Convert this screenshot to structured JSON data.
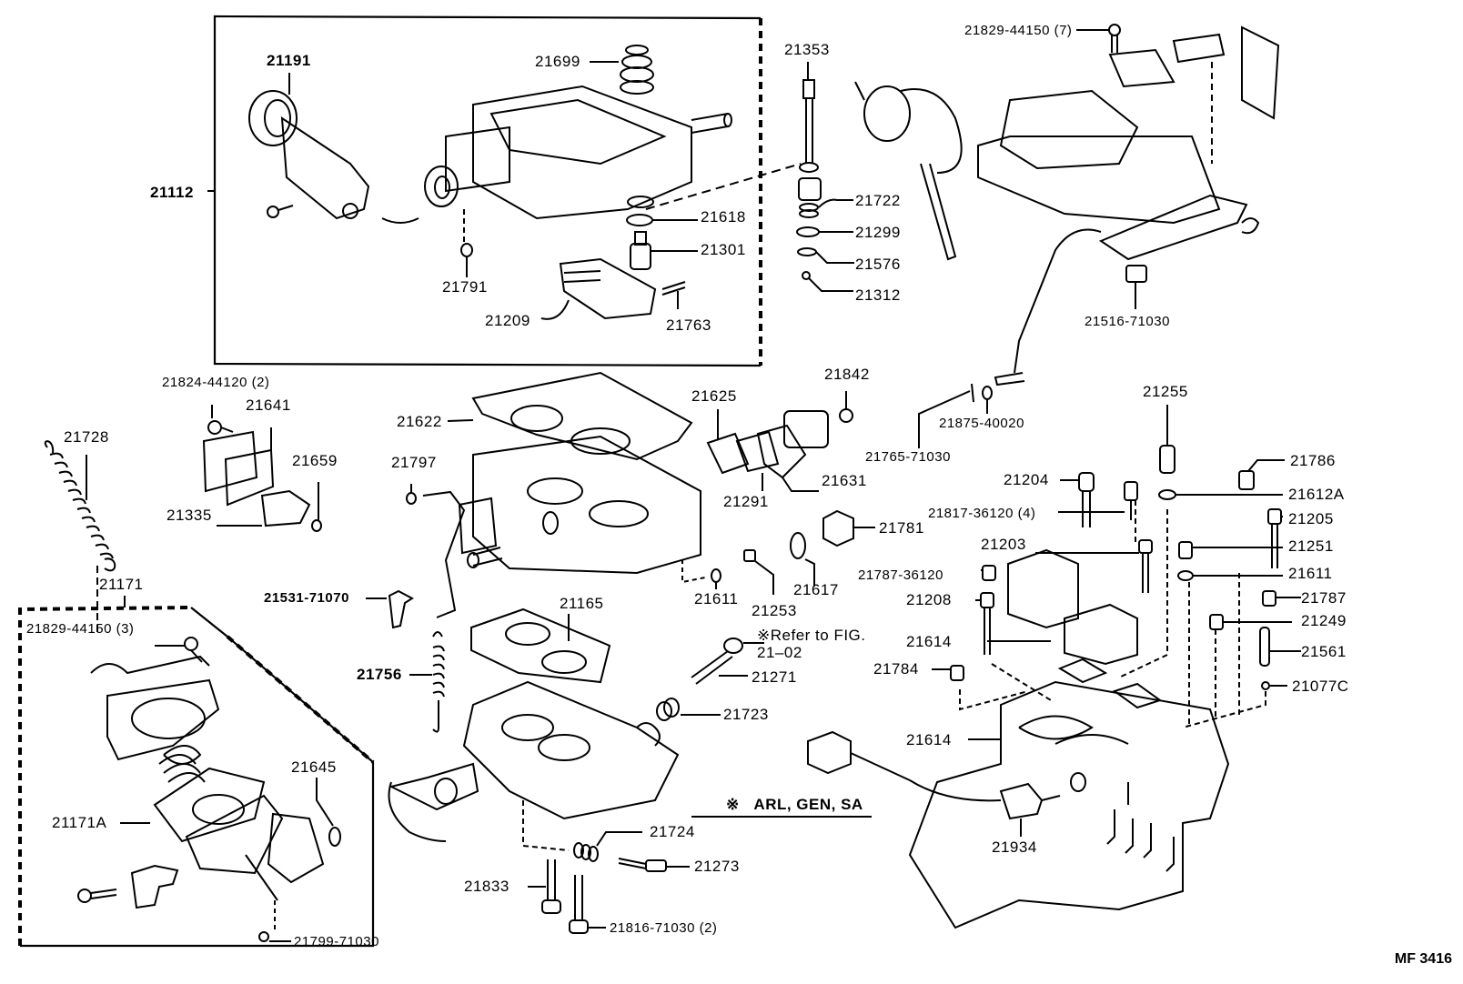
{
  "diagram": {
    "title": "Carburetor assembly exploded parts diagram",
    "figure_id": "MF 3416",
    "footnote_mark": "※",
    "footnote_text": "ARL, GEN, SA",
    "refer_note": "※Refer to FIG. 21–02",
    "groups": {
      "air_horn_subassembly": "21112",
      "throttle_positioner_subassembly": "21171"
    },
    "labels": {
      "p21191": "21191",
      "p21112": "21112",
      "p21699": "21699",
      "p21618": "21618",
      "p21301": "21301",
      "p21791": "21791",
      "p21209": "21209",
      "p21763": "21763",
      "p21353": "21353",
      "p21722": "21722",
      "p21299": "21299",
      "p21576": "21576",
      "p21312": "21312",
      "p21829_7": "21829-44150 (7)",
      "p21516": "21516-71030",
      "p21824": "21824-44120 (2)",
      "p21641": "21641",
      "p21659": "21659",
      "p21335": "21335",
      "p21728": "21728",
      "p21171": "21171",
      "p21829_3": "21829-44150 (3)",
      "p21171a": "21171A",
      "p21645": "21645",
      "p21799": "21799-71030",
      "p21622": "21622",
      "p21797": "21797",
      "p21531": "21531-71070",
      "p21625": "21625",
      "p21842": "21842",
      "p21291": "21291",
      "p21631": "21631",
      "p21781": "21781",
      "p21617": "21617",
      "p21611a": "21611",
      "p21253": "21253",
      "p21165": "21165",
      "p21756": "21756",
      "p21271": "21271",
      "p21723": "21723",
      "p21724": "21724",
      "p21273": "21273",
      "p21833": "21833",
      "p21816": "21816-71030 (2)",
      "p21765": "21765-71030",
      "p21875": "21875-40020",
      "p21255": "21255",
      "p21786": "21786",
      "p21204": "21204",
      "p21612a": "21612A",
      "p21817": "21817-36120 (4)",
      "p21205": "21205",
      "p21203": "21203",
      "p21251": "21251",
      "p21787_36120": "21787-36120",
      "p21611b": "21611",
      "p21787": "21787",
      "p21208": "21208",
      "p21249": "21249",
      "p21614a": "21614",
      "p21561": "21561",
      "p21784": "21784",
      "p21077c": "21077C",
      "p21614b": "21614",
      "p21934": "21934"
    }
  }
}
